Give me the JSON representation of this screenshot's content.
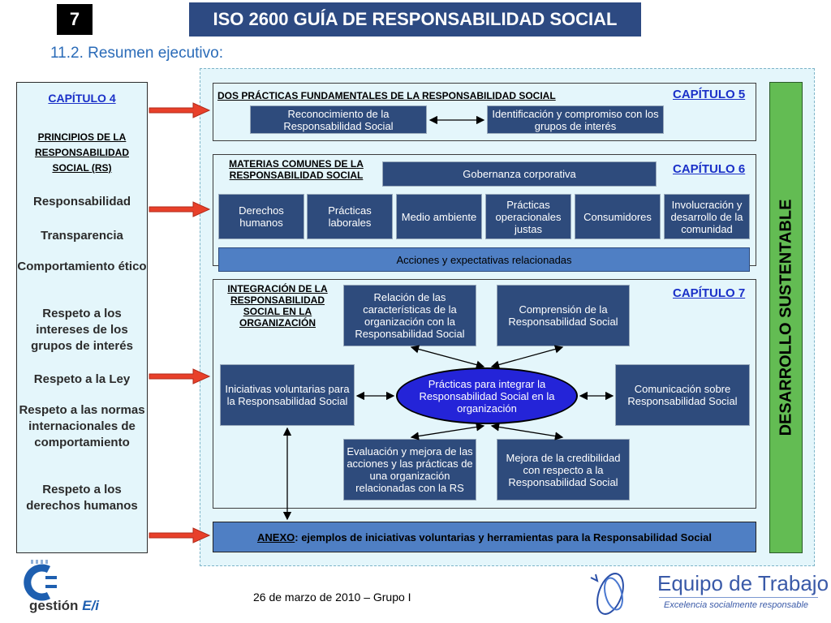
{
  "header": {
    "slide_number": "7",
    "title": "ISO 2600 GUÍA DE RESPONSABILIDAD SOCIAL",
    "subtitle": "11.2. Resumen ejecutivo:"
  },
  "left_panel": {
    "chapter": "CAPÍTULO 4",
    "heading": "PRINCIPIOS DE LA RESPONSABILIDAD SOCIAL (RS)",
    "principles": [
      "Responsabilidad",
      "Transparencia",
      "Comportamiento ético",
      "Respeto a los intereses de los grupos de interés",
      "Respeto a la Ley",
      "Respeto a las normas internacionales de comportamiento",
      "Respeto a los derechos humanos"
    ]
  },
  "section_top": {
    "title": "DOS PRÁCTICAS FUNDAMENTALES DE LA RESPONSABILIDAD SOCIAL",
    "chapter": "CAPÍTULO 5",
    "box1": "Reconocimiento de la Responsabilidad Social",
    "box2": "Identificación y compromiso con los grupos de interés"
  },
  "section_middle": {
    "title": "MATERIAS COMUNES DE LA RESPONSABILIDAD SOCIAL",
    "chapter": "CAPÍTULO 6",
    "governance": "Gobernanza corporativa",
    "subjects": [
      "Derechos humanos",
      "Prácticas laborales",
      "Medio ambiente",
      "Prácticas operacionales justas",
      "Consumidores",
      "Involucración y desarrollo de la comunidad"
    ],
    "actions": "Acciones y expectativas relacionadas"
  },
  "section_bottom": {
    "title": "INTEGRACIÓN DE LA RESPONSABILIDAD SOCIAL EN LA ORGANIZACIÓN",
    "chapter": "CAPÍTULO 7",
    "relation": "Relación de las características de la organización con la Responsabilidad Social",
    "comprehension": "Comprensión de la Responsabilidad Social",
    "initiatives": "Iniciativas voluntarias para la Responsabilidad Social",
    "center": "Prácticas para integrar la Responsabilidad Social en la organización",
    "communication": "Comunicación sobre Responsabilidad Social",
    "evaluation": "Evaluación y mejora de las acciones y las prácticas de una organización relacionadas con la RS",
    "credibility": "Mejora de la credibilidad con respecto a la Responsabilidad Social"
  },
  "annex": {
    "label": "ANEXO",
    "text": ": ejemplos de iniciativas voluntarias y herramientas para la Responsabilidad Social"
  },
  "side_label": "DESARROLLO SUSTENTABLE",
  "footer": {
    "date": "26 de marzo de 2010 – Grupo I",
    "logo_left_text": "gestión",
    "logo_left_suffix": "E/i",
    "logo_right_title": "Equipo de Trabajo",
    "logo_right_subtitle": "Excelencia socialmente responsable"
  },
  "colors": {
    "dark_box": "#2e4b7c",
    "light_box": "#4f7fc4",
    "panel_bg": "#e4f6fb",
    "green": "#63bc53",
    "arrow_red": "#e8402a",
    "link_blue": "#1a30c8"
  }
}
